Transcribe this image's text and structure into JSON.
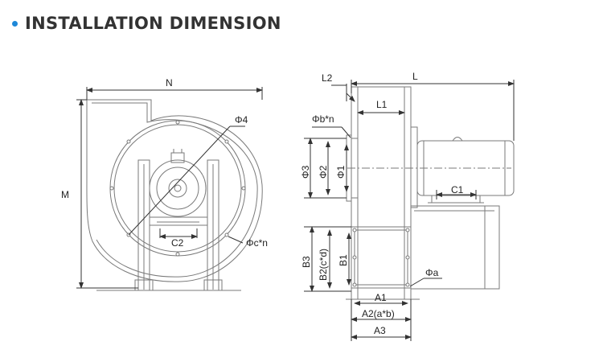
{
  "header": {
    "title": "INSTALLATION DIMENSION",
    "bullet_color": "#1e88d8",
    "title_color": "#333333"
  },
  "colors": {
    "line": "#7a7a7a",
    "dim": "#333333"
  },
  "front_view": {
    "labels": {
      "n": "N",
      "m": "M",
      "phi4": "Φ4",
      "c2": "C2",
      "phic_n": "Φc*n"
    }
  },
  "side_view": {
    "labels": {
      "l2": "L2",
      "l": "L",
      "l1": "L1",
      "phib_n": "Φb*n",
      "phi3": "Φ3",
      "phi2": "Φ2",
      "phi1": "Φ1",
      "c1": "C1",
      "b3": "B3",
      "b2": "B2(c*d)",
      "b1": "B1",
      "phia": "Φa",
      "a1": "A1",
      "a2": "A2(a*b)",
      "a3": "A3"
    }
  }
}
